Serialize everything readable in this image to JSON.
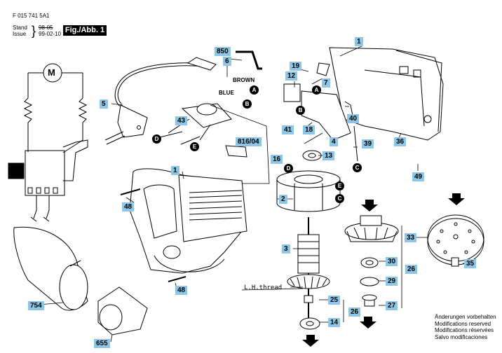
{
  "header": {
    "doc_number": "F 015 741 5A1",
    "stand_label": "Stand",
    "stand_value": "98-05",
    "issue_label": "Issue",
    "issue_value": "99-02-10",
    "figure_label": "Fig./Abb. 1"
  },
  "wires": {
    "brown": "BROWN",
    "blue": "BLUE"
  },
  "thread_note": "L.H.thread",
  "parts": {
    "p1a": "1",
    "p1b": "1",
    "p2": "2",
    "p3": "3",
    "p4": "4",
    "p5": "5",
    "p6": "6",
    "p7": "7",
    "p12": "12",
    "p13": "13",
    "p14": "14",
    "p16": "16",
    "p18": "18",
    "p19": "19",
    "p25": "25",
    "p26a": "26",
    "p26b": "26",
    "p27": "27",
    "p29": "29",
    "p30": "30",
    "p33": "33",
    "p35": "35",
    "p36": "36",
    "p39": "39",
    "p40": "40",
    "p41": "41",
    "p43": "43",
    "p48a": "48",
    "p48b": "48",
    "p49": "49",
    "p655": "655",
    "p754": "754",
    "p816": "816/04",
    "p850": "850"
  },
  "letters": {
    "a": "A",
    "b": "B",
    "c": "C",
    "d": "D",
    "e": "E"
  },
  "schematic_motor": "M",
  "notes": [
    "Änderungen vorbehalten",
    "Modifications reserved",
    "Modifications réservées",
    "Salvo modificaciones"
  ],
  "colors": {
    "callout": "#8fc6e6",
    "ink": "#000000"
  }
}
